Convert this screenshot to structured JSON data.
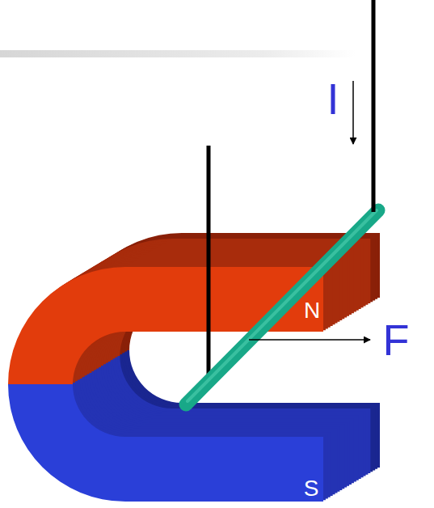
{
  "diagram": {
    "labels": [
      "I",
      "N",
      "S",
      "F"
    ]
  }
}
